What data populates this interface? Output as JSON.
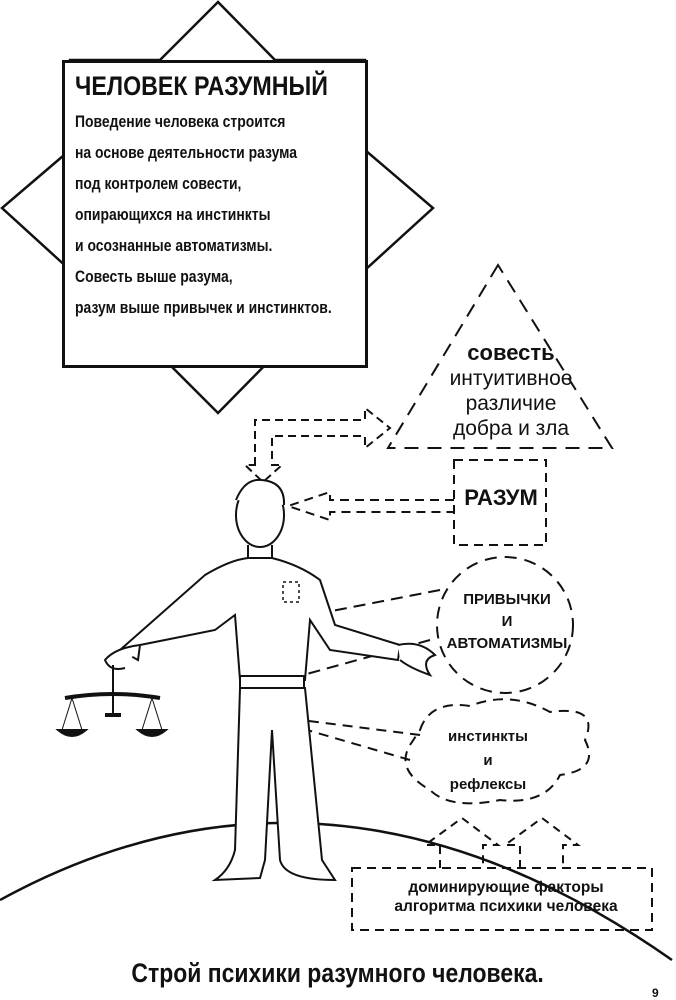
{
  "star_box": {
    "heading": "ЧЕЛОВЕК РАЗУМНЫЙ",
    "lines": [
      "Поведение человека строится",
      "на основе деятельности разума",
      "под контролем совести,",
      "опирающихся на инстинкты",
      "и осознанные автоматизмы.",
      "Совесть выше разума,",
      "разум выше привычек и инстинктов."
    ]
  },
  "conscience": {
    "title": "совесть",
    "lines": [
      "интуитивное",
      "различие",
      "добра и зла"
    ]
  },
  "reason": {
    "label": "РАЗУМ"
  },
  "habits": {
    "lines": [
      "ПРИВЫЧКИ",
      "И",
      "АВТОМАТИЗМЫ"
    ]
  },
  "instincts": {
    "lines": [
      "инстинкты",
      "и",
      "рефлексы"
    ]
  },
  "dominant": {
    "lines": [
      "доминирующие факторы",
      "алгоритма психики человека"
    ]
  },
  "caption": "Строй психики разумного человека.",
  "page_number": "9"
}
